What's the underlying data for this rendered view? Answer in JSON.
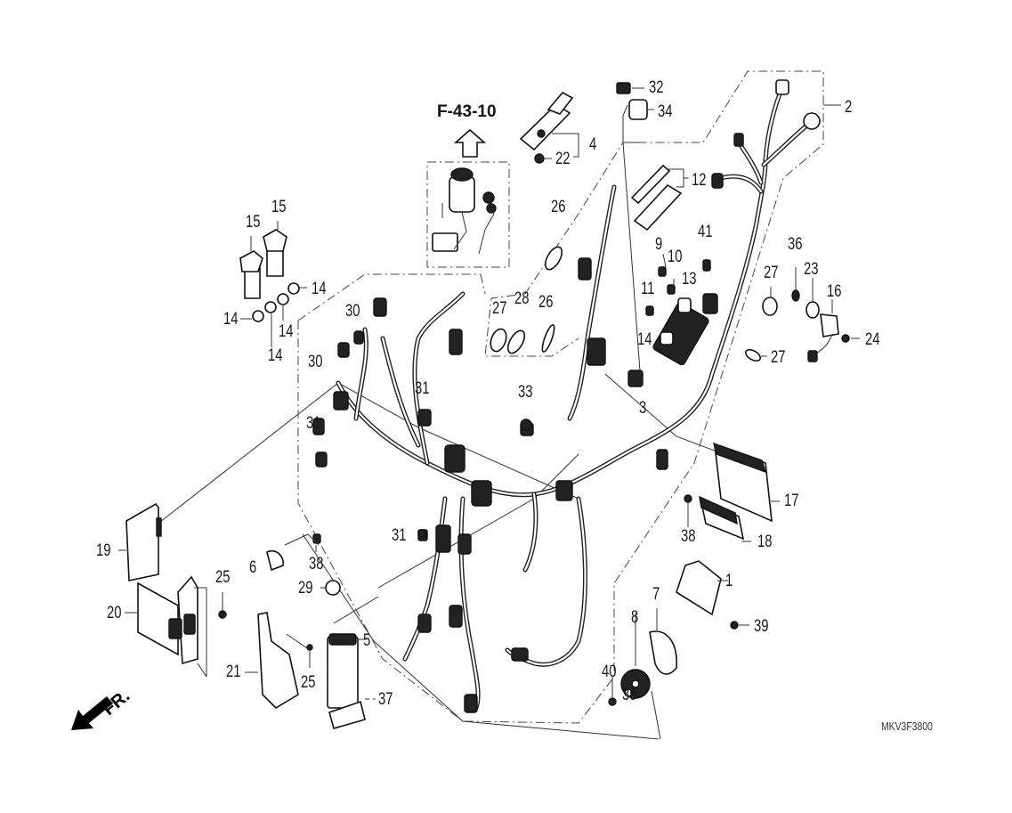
{
  "diagram": {
    "title_reference": "F-43-10",
    "drawing_code": "MKV3F3800",
    "direction_indicator": "FR.",
    "callouts": [
      {
        "id": "c1",
        "label": "1"
      },
      {
        "id": "c2",
        "label": "2"
      },
      {
        "id": "c3",
        "label": "3"
      },
      {
        "id": "c4",
        "label": "4"
      },
      {
        "id": "c5",
        "label": "5"
      },
      {
        "id": "c6",
        "label": "6"
      },
      {
        "id": "c7",
        "label": "7"
      },
      {
        "id": "c8",
        "label": "8"
      },
      {
        "id": "c9",
        "label": "9"
      },
      {
        "id": "c10",
        "label": "10"
      },
      {
        "id": "c11",
        "label": "11"
      },
      {
        "id": "c12",
        "label": "12"
      },
      {
        "id": "c13",
        "label": "13"
      },
      {
        "id": "c14a",
        "label": "14"
      },
      {
        "id": "c14b",
        "label": "14"
      },
      {
        "id": "c14c",
        "label": "14"
      },
      {
        "id": "c14d",
        "label": "14"
      },
      {
        "id": "c14e",
        "label": "14"
      },
      {
        "id": "c15a",
        "label": "15"
      },
      {
        "id": "c15b",
        "label": "15"
      },
      {
        "id": "c16",
        "label": "16"
      },
      {
        "id": "c17",
        "label": "17"
      },
      {
        "id": "c18",
        "label": "18"
      },
      {
        "id": "c19",
        "label": "19"
      },
      {
        "id": "c20",
        "label": "20"
      },
      {
        "id": "c21",
        "label": "21"
      },
      {
        "id": "c22",
        "label": "22"
      },
      {
        "id": "c23",
        "label": "23"
      },
      {
        "id": "c24",
        "label": "24"
      },
      {
        "id": "c25a",
        "label": "25"
      },
      {
        "id": "c25b",
        "label": "25"
      },
      {
        "id": "c26a",
        "label": "26"
      },
      {
        "id": "c26b",
        "label": "26"
      },
      {
        "id": "c27a",
        "label": "27"
      },
      {
        "id": "c27b",
        "label": "27"
      },
      {
        "id": "c27c",
        "label": "27"
      },
      {
        "id": "c28",
        "label": "28"
      },
      {
        "id": "c29",
        "label": "29"
      },
      {
        "id": "c30a",
        "label": "30"
      },
      {
        "id": "c30b",
        "label": "30"
      },
      {
        "id": "c31a",
        "label": "31"
      },
      {
        "id": "c31b",
        "label": "31"
      },
      {
        "id": "c31c",
        "label": "31"
      },
      {
        "id": "c32",
        "label": "32"
      },
      {
        "id": "c33",
        "label": "33"
      },
      {
        "id": "c34",
        "label": "34"
      },
      {
        "id": "c35",
        "label": "35"
      },
      {
        "id": "c36",
        "label": "36"
      },
      {
        "id": "c37",
        "label": "37"
      },
      {
        "id": "c38a",
        "label": "38"
      },
      {
        "id": "c38b",
        "label": "38"
      },
      {
        "id": "c39",
        "label": "39"
      },
      {
        "id": "c40",
        "label": "40"
      },
      {
        "id": "c41",
        "label": "41"
      }
    ]
  }
}
